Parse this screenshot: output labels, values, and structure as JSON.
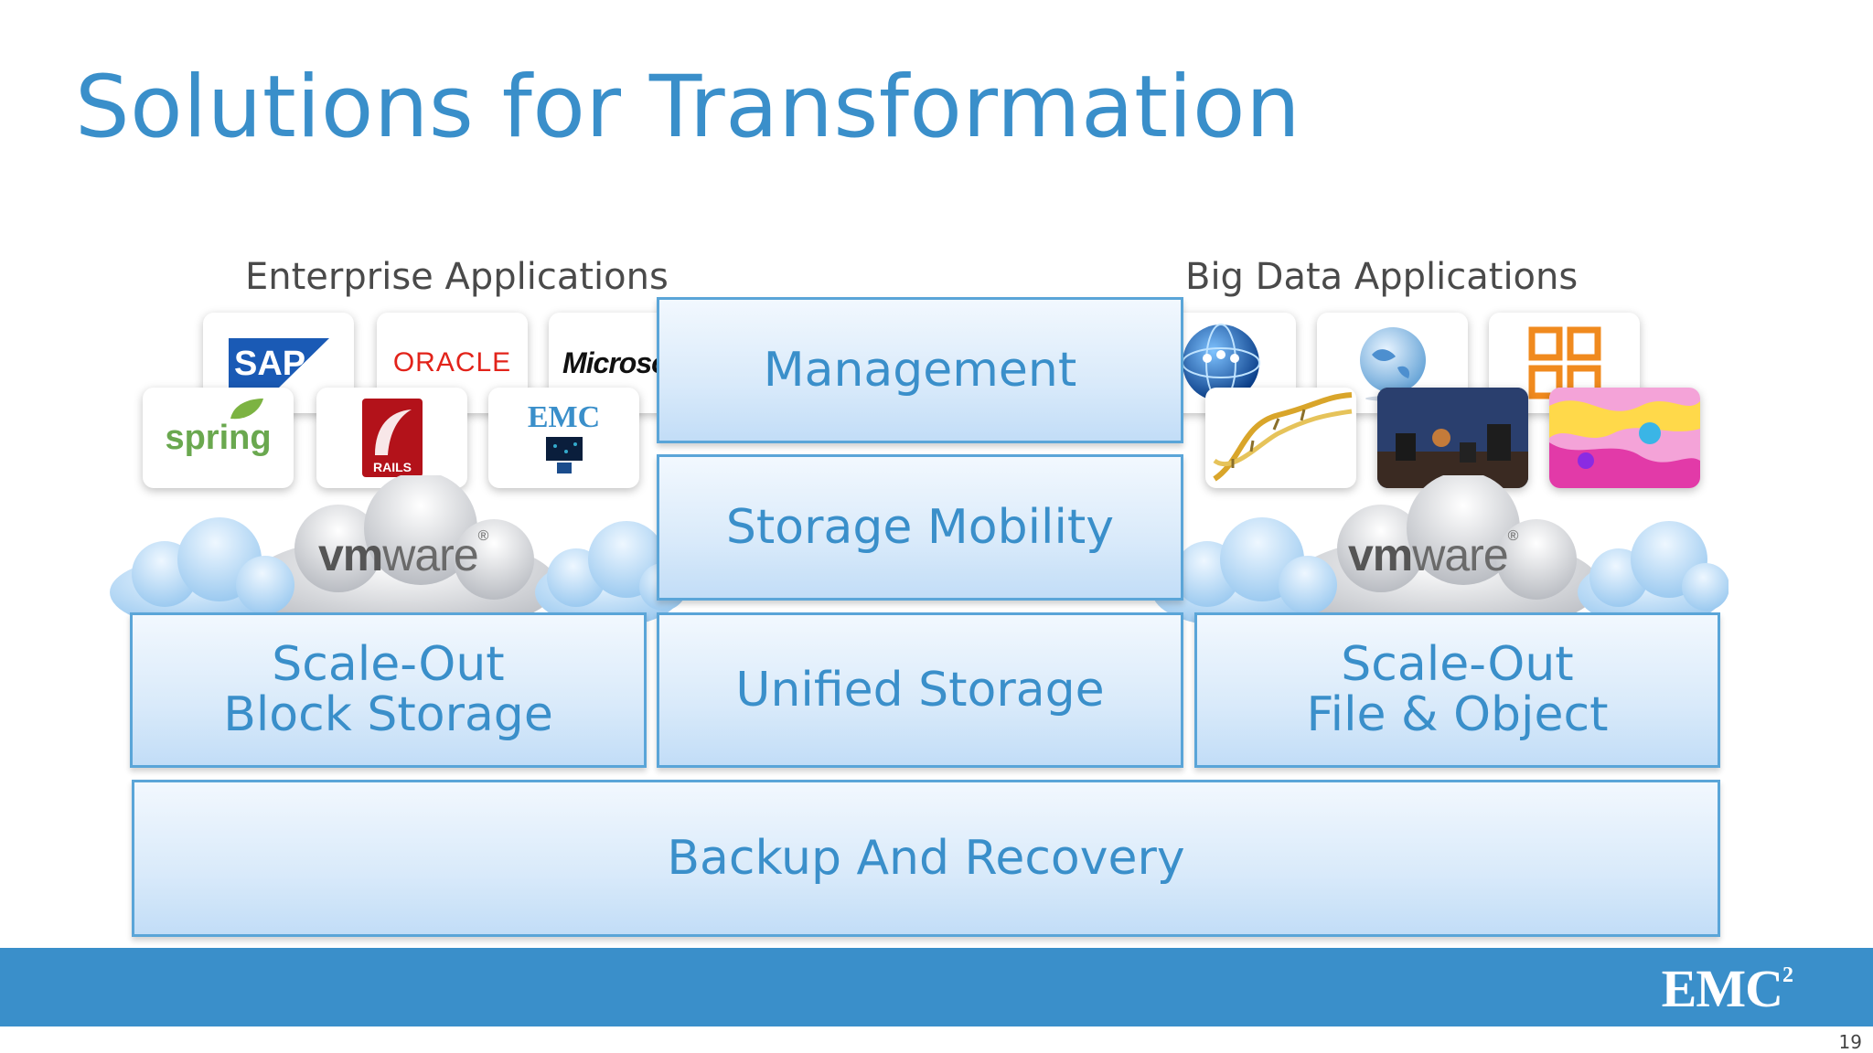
{
  "title": "Solutions for Transformation",
  "labels": {
    "enterprise": "Enterprise Applications",
    "bigdata": "Big Data Applications"
  },
  "boxes": {
    "management": "Management",
    "storage_mobility": "Storage Mobility",
    "scale_out_block": "Scale-Out\nBlock Storage",
    "unified_storage": "Unified Storage",
    "scale_out_file": "Scale-Out\nFile & Object",
    "backup": "Backup And Recovery"
  },
  "logos": {
    "sap": "SAP",
    "oracle": "ORACLE",
    "microsoft": "Microsoft",
    "spring": "spring",
    "rails": "RAILS",
    "emc_small": "EMC",
    "vmware_prefix": "vm",
    "vmware_suffix": "ware"
  },
  "footer": {
    "logo": "EMC",
    "logo_sup": "2",
    "page_number": "19"
  },
  "colors": {
    "accent": "#3a8fca",
    "box_border": "#5aa5d8"
  }
}
